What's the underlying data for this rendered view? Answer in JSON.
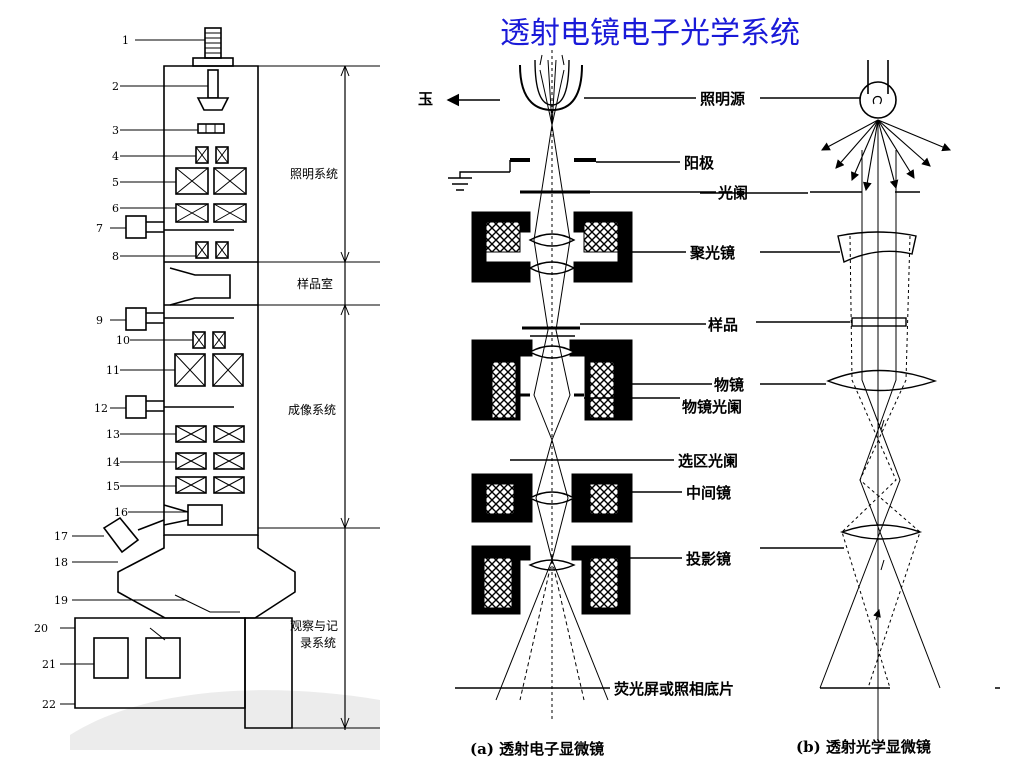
{
  "title": "透射电镜电子光学系统",
  "left_column": {
    "numbers": [
      "1",
      "2",
      "3",
      "4",
      "5",
      "6",
      "7",
      "8",
      "9",
      "10",
      "11",
      "12",
      "13",
      "14",
      "15",
      "16",
      "17",
      "18",
      "19",
      "20",
      "21",
      "22"
    ],
    "sections": [
      "照明系统",
      "样品室",
      "成像系统",
      "观察与记",
      "录系统"
    ]
  },
  "tem": {
    "cut_label": "玉",
    "labels": [
      "照明源",
      "阳极",
      "光阑",
      "聚光镜",
      "样品",
      "物镜",
      "物镜光阑",
      "选区光阑",
      "中间镜",
      "投影镜",
      "荧光屏或照相底片"
    ],
    "caption_a": "(a) 透射电子显微镜",
    "caption_b": "(b) 透射光学显微镜"
  }
}
